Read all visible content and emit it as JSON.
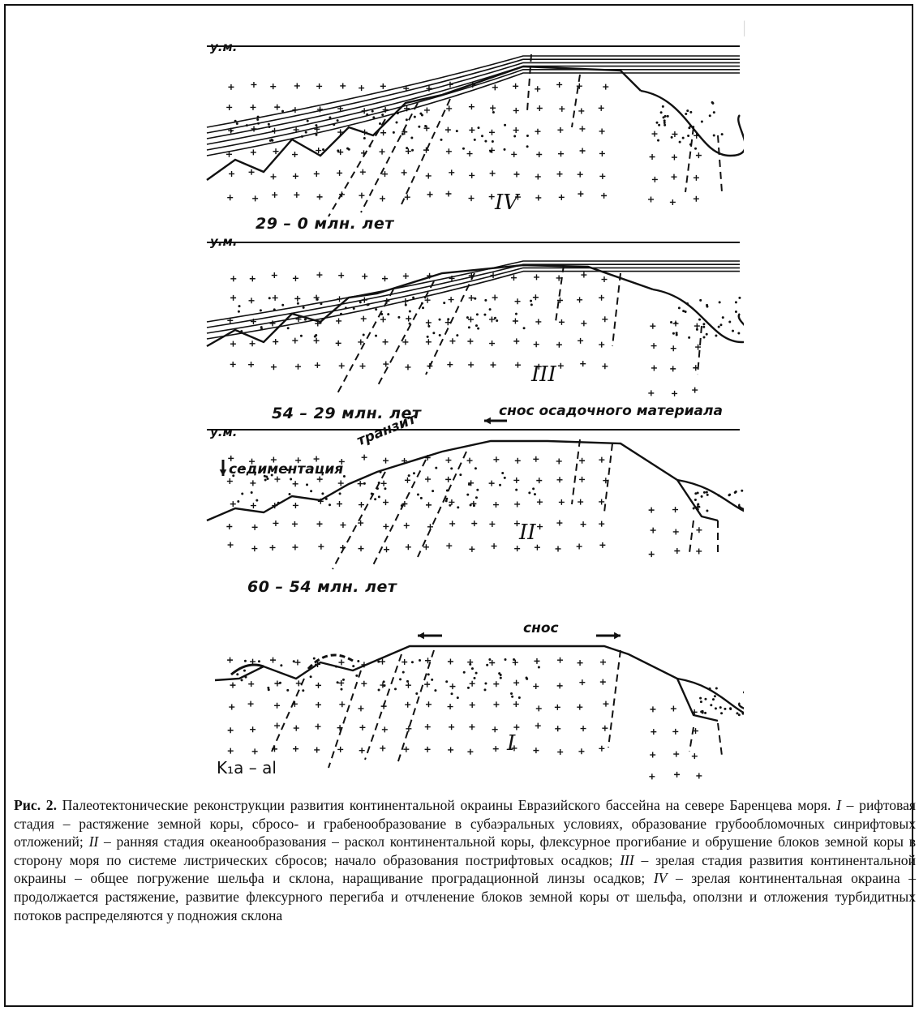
{
  "figure": {
    "sea_level_label": "у.м.",
    "stages": [
      {
        "roman": "IV",
        "age": "29 – 0 млн. лет"
      },
      {
        "roman": "III",
        "age": "54 – 29 млн. лет"
      },
      {
        "roman": "II",
        "age": "60 – 54 млн. лет"
      },
      {
        "roman": "I",
        "age": "K₁a – al"
      }
    ],
    "annotations": {
      "erosion_long": "снос осадочного материала",
      "sedimentation": "седиментация",
      "transit": "транзит",
      "erosion_short": "снос"
    }
  },
  "caption": {
    "label": "Рис. 2.",
    "text_1": "Палеотектонические реконструкции развития континентальной окраины Евразийского бассейна на севере Баренцева моря.",
    "stage_1_num": "I",
    "stage_1": "– рифтовая стадия – растяжение земной коры, сбросо- и грабенообразование в субаэральных условиях, образование грубообломочных синрифтовых отложений;",
    "stage_2_num": "II",
    "stage_2": "– ранняя стадия океанообразования – раскол континентальной коры, флексурное прогибание и обрушение блоков земной коры в сторону моря по системе листрических сбросов; начало образования пострифтовых осадков;",
    "stage_3_num": "III",
    "stage_3": "– зрелая стадия развития континентальной окраины – общее погружение шельфа и склона, наращивание проградационной линзы осадков;",
    "stage_4_num": "IV",
    "stage_4": "– зрелая континентальная окраина – продолжается растяжение, развитие флексурного перегиба и отчленение блоков земной коры от шельфа, оползни и отложения турбидитных потоков распределяются у подножия склона"
  }
}
